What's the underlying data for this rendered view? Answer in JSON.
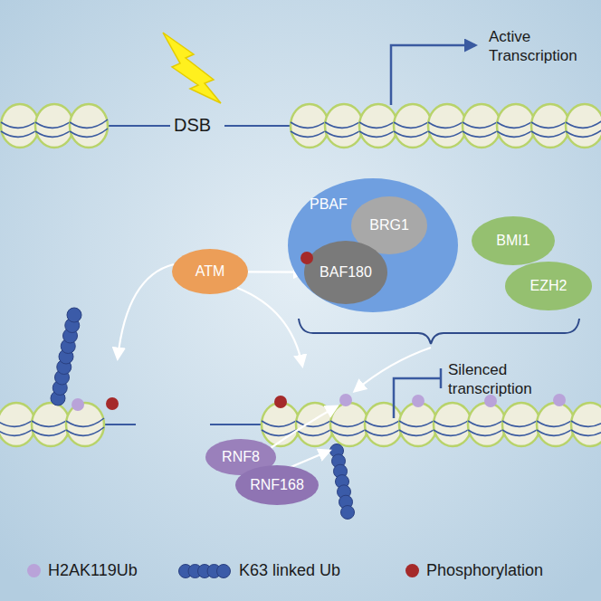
{
  "diagram": {
    "nodes": [
      {
        "text": [
          "PBAF"
        ]
      },
      {
        "text": [
          "BRG1"
        ],
        "in": 0
      },
      {
        "text": [
          "BAF180"
        ],
        "in": 0
      },
      {
        "text": [
          "BMI1"
        ]
      },
      {
        "text": [
          "EZH2"
        ]
      },
      {
        "text": [
          "ATM"
        ]
      },
      {
        "text": [
          "RNF8"
        ]
      },
      {
        "text": [
          "RNF168"
        ]
      }
    ],
    "edges": [
      {
        "from": 5,
        "to": 2,
        "arrow": "to"
      }
    ],
    "labels": [
      "DSB",
      "Active Transcription",
      "Silenced transcription"
    ],
    "legend": [
      {
        "text": "H2AK119Ub",
        "color": "#b9a3d9"
      },
      {
        "text": "K63 linked Ub"
      },
      {
        "text": "Phosphorylation",
        "color": "#a52a2a"
      }
    ]
  }
}
